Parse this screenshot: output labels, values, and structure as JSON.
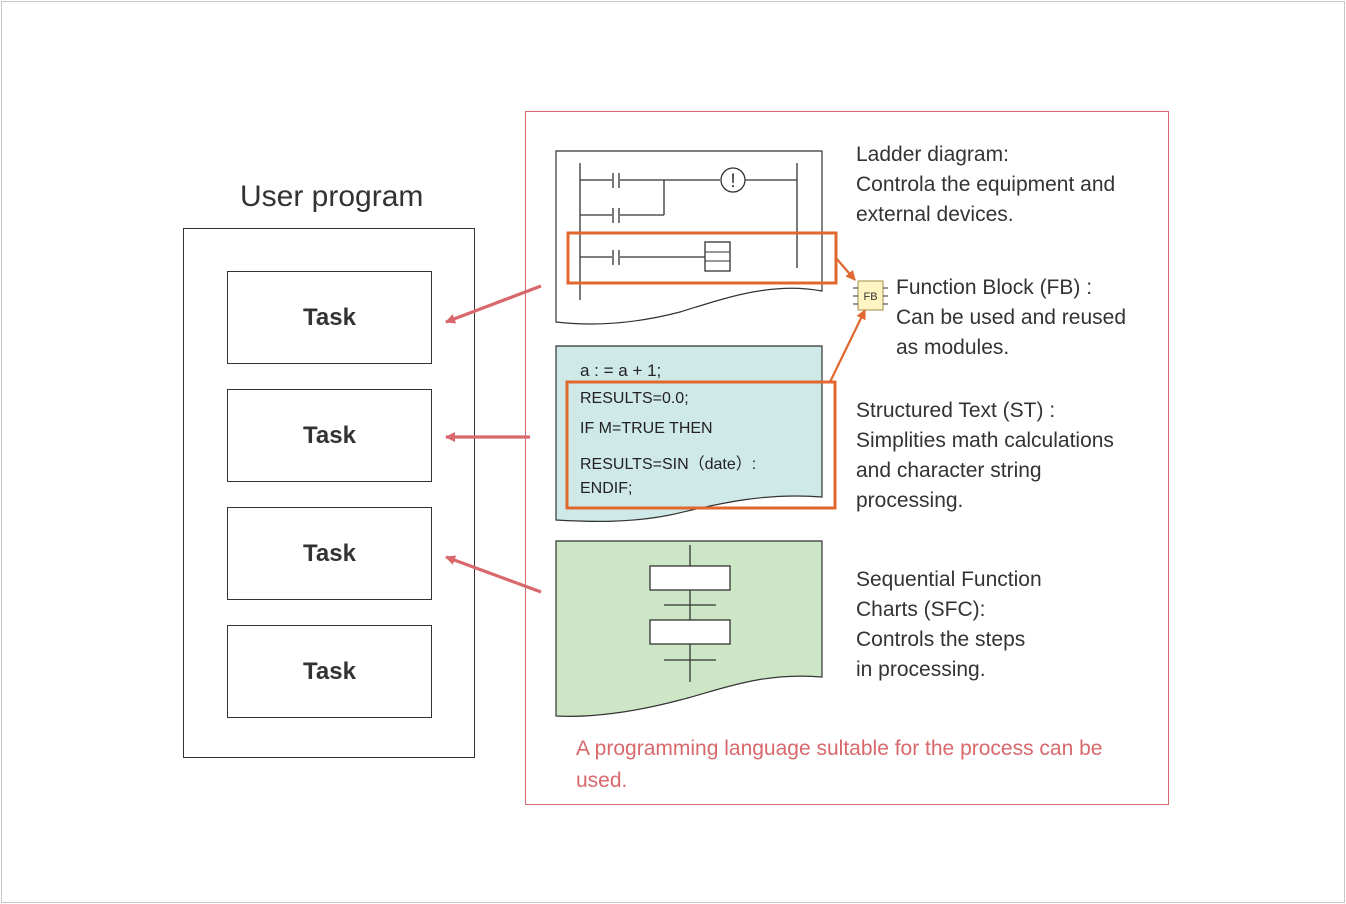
{
  "user_program": {
    "title": "User program",
    "tasks": [
      "Task",
      "Task",
      "Task",
      "Task"
    ]
  },
  "languages": {
    "ladder": {
      "lines": [
        "Ladder diagram:",
        "Controla the equipment and",
        "external devices."
      ]
    },
    "fb": {
      "icon_label": "FB",
      "lines": [
        "Function Block (FB) :",
        "Can be used and reused",
        "as modules."
      ]
    },
    "st": {
      "code": [
        "a : = a + 1;",
        "RESULTS=0.0;",
        "IF M=TRUE THEN",
        "RESULTS=SIN（date）:",
        "ENDIF;"
      ],
      "lines": [
        "Structured Text (ST) :",
        "Simplities math calculations",
        "and character string",
        "processing."
      ]
    },
    "sfc": {
      "lines": [
        "Sequential Function",
        "Charts (SFC):",
        "Controls the steps",
        "in processing."
      ]
    }
  },
  "caption": "A programming language sultable for the process can be used.",
  "colors": {
    "accent_red": "#d9686c",
    "highlight_orange": "#e0672d",
    "st_fill": "#cfe8e8",
    "sfc_fill": "#cde6c5",
    "fb_icon_fill": "#fff5c2"
  }
}
